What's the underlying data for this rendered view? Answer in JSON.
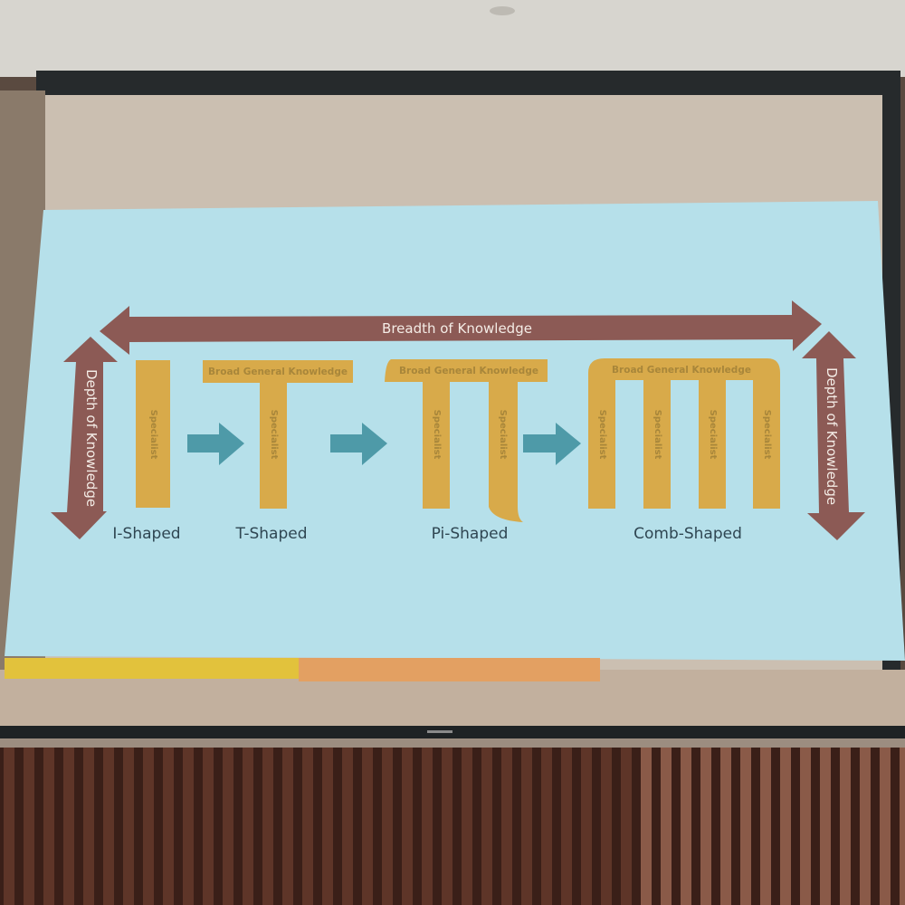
{
  "slide": {
    "breadth_label": "Breadth of Knowledge",
    "depth_label_left": "Depth of Knowledge",
    "depth_label_right": "Depth of Knowledge",
    "shapes": [
      {
        "name": "I-Shaped",
        "specialist_labels": [
          "Specialist"
        ]
      },
      {
        "name": "T-Shaped",
        "top_label": "Broad General Knowledge",
        "specialist_labels": [
          "Specialist"
        ]
      },
      {
        "name": "Pi-Shaped",
        "top_label": "Broad General Knowledge",
        "specialist_labels": [
          "Specialist",
          "Specialist"
        ]
      },
      {
        "name": "Comb-Shaped",
        "top_label": "Broad General Knowledge",
        "specialist_labels": [
          "Specialist",
          "Specialist",
          "Specialist",
          "Specialist"
        ]
      }
    ]
  },
  "colors": {
    "slide_bg": "#b6e0ea",
    "axis_arrow": "#8c5a55",
    "shape_fill": "#d8aa4a",
    "progress_arrow": "#4e9aa8",
    "label_text": "#2f4652",
    "bar_yellow": "#e2c23c",
    "bar_orange": "#e3a062"
  }
}
